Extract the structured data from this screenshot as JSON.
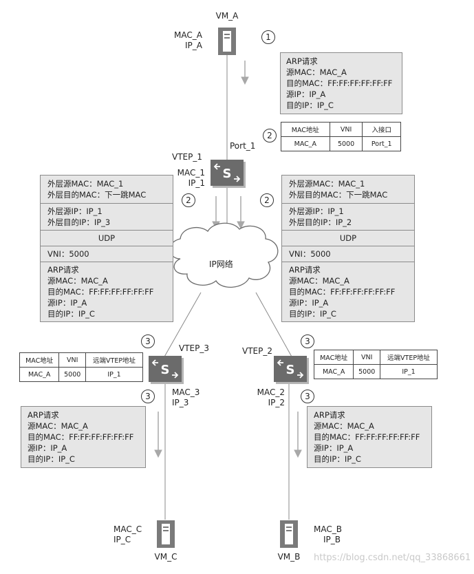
{
  "vm_a": {
    "name": "VM_A",
    "mac": "MAC_A",
    "ip": "IP_A"
  },
  "vm_b": {
    "name": "VM_B",
    "mac": "MAC_B",
    "ip": "IP_B"
  },
  "vm_c": {
    "name": "VM_C",
    "mac": "MAC_C",
    "ip": "IP_C"
  },
  "vtep1": {
    "name": "VTEP_1",
    "mac": "MAC_1",
    "ip": "IP_1",
    "port": "Port_1"
  },
  "vtep2": {
    "name": "VTEP_2",
    "mac": "MAC_2",
    "ip": "IP_2"
  },
  "vtep3": {
    "name": "VTEP_3",
    "mac": "MAC_3",
    "ip": "IP_3"
  },
  "switch_letter": "S",
  "network_label": "IP网络",
  "steps": {
    "one": "1",
    "two": "2",
    "three": "3"
  },
  "arp": {
    "title": "ARP请求",
    "src_mac": "源MAC：MAC_A",
    "dst_mac": "目的MAC：FF:FF:FF:FF:FF:FF",
    "src_ip": "源IP：IP_A",
    "dst_ip": "目的IP：IP_C"
  },
  "encap_left": {
    "outer_src_mac": "外层源MAC：MAC_1",
    "outer_dst_mac": "外层目的MAC：下一跳MAC",
    "outer_src_ip": "外层源IP：IP_1",
    "outer_dst_ip": "外层目的IP：IP_3",
    "udp": "UDP",
    "vni": "VNI：5000"
  },
  "encap_right": {
    "outer_src_mac": "外层源MAC：MAC_1",
    "outer_dst_mac": "外层目的MAC：下一跳MAC",
    "outer_src_ip": "外层源IP：IP_1",
    "outer_dst_ip": "外层目的IP：IP_2",
    "udp": "UDP",
    "vni": "VNI：5000"
  },
  "table_vtep1": {
    "headers": [
      "MAC地址",
      "VNI",
      "入接口"
    ],
    "row": [
      "MAC_A",
      "5000",
      "Port_1"
    ]
  },
  "table_vtep3": {
    "headers": [
      "MAC地址",
      "VNI",
      "远端VTEP地址"
    ],
    "row": [
      "MAC_A",
      "5000",
      "IP_1"
    ]
  },
  "table_vtep2": {
    "headers": [
      "MAC地址",
      "VNI",
      "远端VTEP地址"
    ],
    "row": [
      "MAC_A",
      "5000",
      "IP_1"
    ]
  },
  "watermark": "https://blog.csdn.net/qq_33868661",
  "colors": {
    "device": "#6b6b6b",
    "box_fill": "#e6e6e6",
    "arrow": "#a8a8a8"
  }
}
